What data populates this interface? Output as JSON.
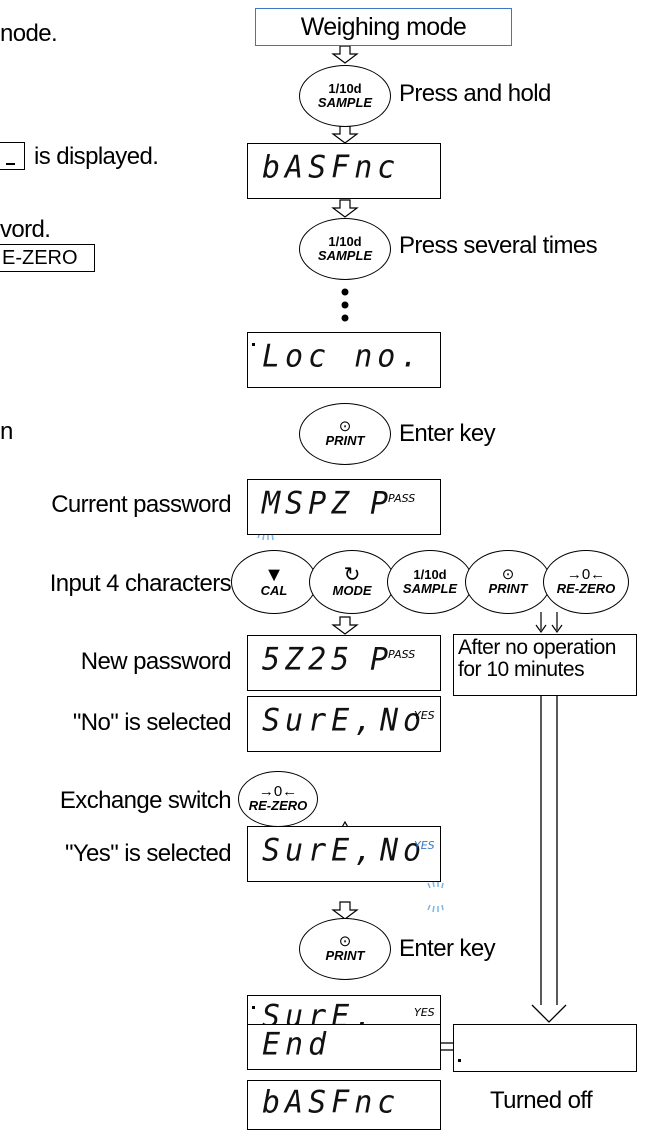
{
  "left_fragments": {
    "line1": "node.",
    "line2": "is displayed.",
    "line3": "vord.",
    "line4": "E-ZERO",
    "line5": "n"
  },
  "title_box": "Weighing mode",
  "step_labels": {
    "press_hold": "Press and hold",
    "press_several": "Press several times",
    "enter_key_1": "Enter key",
    "current_password": "Current password",
    "input_chars": "Input 4 characters",
    "new_password": "New password",
    "no_selected": "\"No\" is selected",
    "exchange_switch": "Exchange switch",
    "yes_selected": "\"Yes\" is selected",
    "enter_key_2": "Enter key",
    "turned_off": "Turned off"
  },
  "timeout_box": "After no operation for 10 minutes",
  "keys": {
    "sample_line1": "1/10d",
    "sample_line2": "SAMPLE",
    "print_label": "PRINT",
    "cal_label": "CAL",
    "mode_label": "MODE",
    "rezero_label": "RE-ZERO",
    "rezero_sym": "→0←",
    "print_sym": "⊙",
    "cal_sym": "▼",
    "mode_sym": "↻"
  },
  "displays": {
    "basfnc_1": "bASFnc",
    "locno": "Loc no.",
    "pw_current": "MSPZ",
    "pw_current_tag": "PASS",
    "pw_new": "5Z25",
    "pw_new_tag": "PASS",
    "sure_no_left": "SurE,",
    "sure_no_right": "No",
    "sure_no_tag": "YES",
    "sure_yes_left": "SurE,",
    "sure_yes_right": "No",
    "sure_yes_tag": "YES",
    "sure_final_left": "SurE,",
    "sure_final_tag": "YES",
    "end": "End",
    "basfnc_2": "bASFnc"
  },
  "colors": {
    "title_border": "#3a78c2",
    "blink": "#7ab6e8"
  }
}
